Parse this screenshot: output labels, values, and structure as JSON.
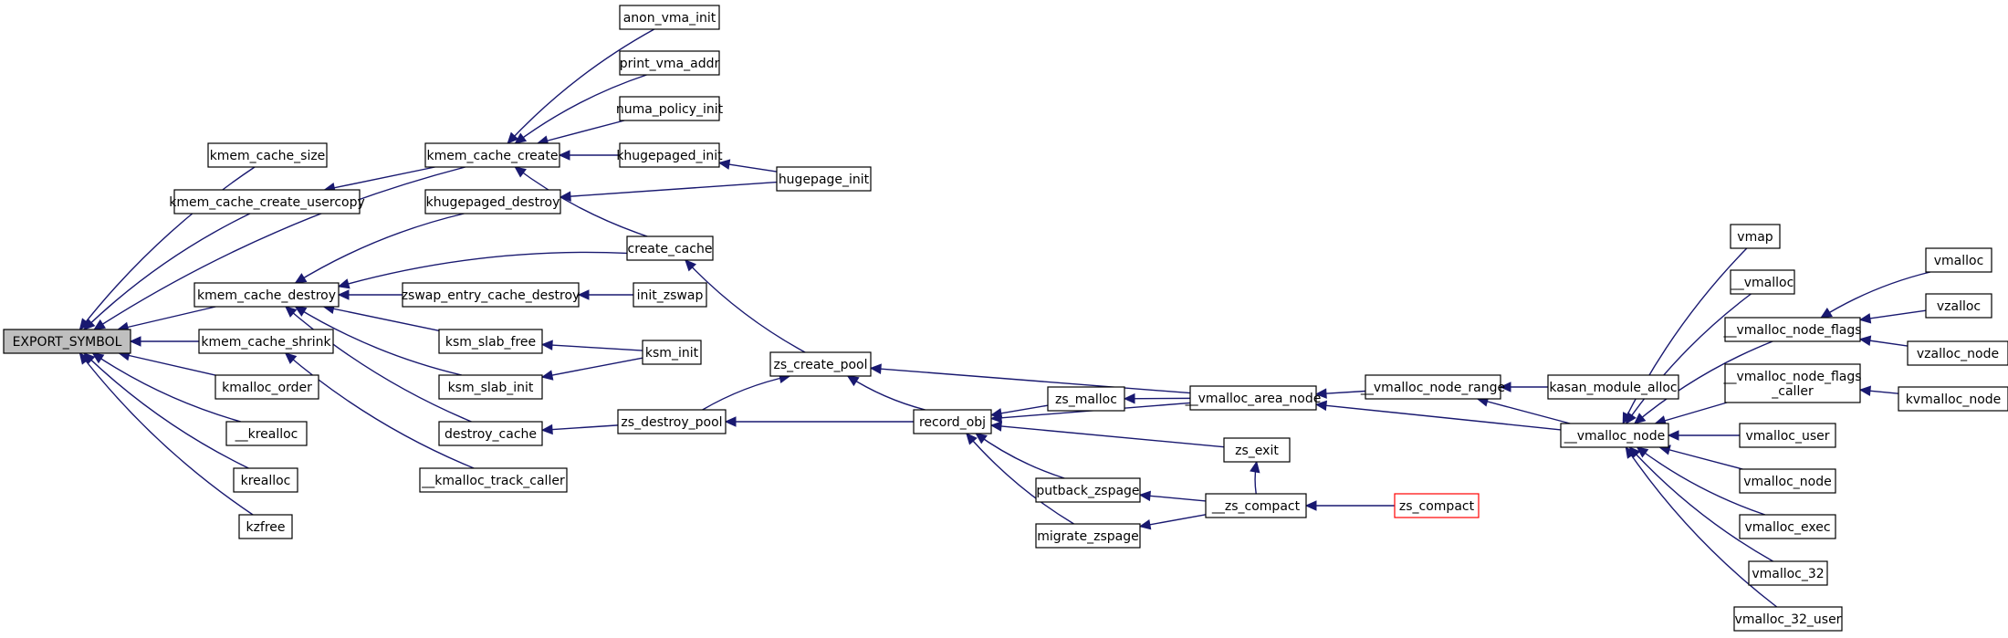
{
  "graph": {
    "nodes": [
      {
        "id": "export_symbol",
        "label": "EXPORT_SYMBOL",
        "style": "root"
      },
      {
        "id": "kmem_cache_size",
        "label": "kmem_cache_size"
      },
      {
        "id": "kmem_cache_create_usercopy",
        "label": "kmem_cache_create_usercopy"
      },
      {
        "id": "kmem_cache_destroy",
        "label": "kmem_cache_destroy"
      },
      {
        "id": "kmem_cache_shrink",
        "label": "kmem_cache_shrink"
      },
      {
        "id": "kmalloc_order",
        "label": "kmalloc_order"
      },
      {
        "id": "__krealloc",
        "label": "__krealloc"
      },
      {
        "id": "krealloc",
        "label": "krealloc"
      },
      {
        "id": "kzfree",
        "label": "kzfree"
      },
      {
        "id": "kmem_cache_create",
        "label": "kmem_cache_create"
      },
      {
        "id": "khugepaged_destroy",
        "label": "khugepaged_destroy"
      },
      {
        "id": "zswap_entry_cache_destroy",
        "label": "zswap_entry_cache_destroy"
      },
      {
        "id": "ksm_slab_free",
        "label": "ksm_slab_free"
      },
      {
        "id": "ksm_slab_init",
        "label": "ksm_slab_init"
      },
      {
        "id": "destroy_cache",
        "label": "destroy_cache"
      },
      {
        "id": "__kmalloc_track_caller",
        "label": "__kmalloc_track_caller"
      },
      {
        "id": "anon_vma_init",
        "label": "anon_vma_init"
      },
      {
        "id": "print_vma_addr",
        "label": "print_vma_addr"
      },
      {
        "id": "numa_policy_init",
        "label": "numa_policy_init"
      },
      {
        "id": "khugepaged_init",
        "label": "khugepaged_init"
      },
      {
        "id": "create_cache",
        "label": "create_cache"
      },
      {
        "id": "init_zswap",
        "label": "init_zswap"
      },
      {
        "id": "ksm_init",
        "label": "ksm_init"
      },
      {
        "id": "zs_create_pool",
        "label": "zs_create_pool"
      },
      {
        "id": "zs_destroy_pool",
        "label": "zs_destroy_pool"
      },
      {
        "id": "hugepage_init",
        "label": "hugepage_init"
      },
      {
        "id": "record_obj",
        "label": "record_obj"
      },
      {
        "id": "zs_malloc",
        "label": "zs_malloc"
      },
      {
        "id": "putback_zspage",
        "label": "putback_zspage"
      },
      {
        "id": "migrate_zspage",
        "label": "migrate_zspage"
      },
      {
        "id": "__vmalloc_area_node",
        "label": "__vmalloc_area_node"
      },
      {
        "id": "zs_exit",
        "label": "zs_exit"
      },
      {
        "id": "__zs_compact",
        "label": "__zs_compact"
      },
      {
        "id": "__vmalloc_node_range",
        "label": "__vmalloc_node_range"
      },
      {
        "id": "zs_compact",
        "label": "zs_compact",
        "style": "red"
      },
      {
        "id": "kasan_module_alloc",
        "label": "kasan_module_alloc"
      },
      {
        "id": "__vmalloc_node",
        "label": "__vmalloc_node"
      },
      {
        "id": "vmap",
        "label": "vmap"
      },
      {
        "id": "__vmalloc",
        "label": "__vmalloc"
      },
      {
        "id": "__vmalloc_node_flags",
        "label": "__vmalloc_node_flags"
      },
      {
        "id": "__vmalloc_node_flags_caller",
        "label": "__vmalloc_node_flags\n_caller"
      },
      {
        "id": "vmalloc_user",
        "label": "vmalloc_user"
      },
      {
        "id": "vmalloc_node",
        "label": "vmalloc_node"
      },
      {
        "id": "vmalloc_exec",
        "label": "vmalloc_exec"
      },
      {
        "id": "vmalloc_32",
        "label": "vmalloc_32"
      },
      {
        "id": "vmalloc_32_user",
        "label": "vmalloc_32_user"
      },
      {
        "id": "vmalloc",
        "label": "vmalloc"
      },
      {
        "id": "vzalloc",
        "label": "vzalloc"
      },
      {
        "id": "vzalloc_node",
        "label": "vzalloc_node"
      },
      {
        "id": "kvmalloc_node",
        "label": "kvmalloc_node"
      }
    ],
    "edges": [
      [
        "kmem_cache_size",
        "export_symbol"
      ],
      [
        "kmem_cache_create_usercopy",
        "export_symbol"
      ],
      [
        "kmem_cache_create",
        "export_symbol"
      ],
      [
        "kmem_cache_destroy",
        "export_symbol"
      ],
      [
        "kmem_cache_shrink",
        "export_symbol"
      ],
      [
        "kmalloc_order",
        "export_symbol"
      ],
      [
        "__krealloc",
        "export_symbol"
      ],
      [
        "krealloc",
        "export_symbol"
      ],
      [
        "kzfree",
        "export_symbol"
      ],
      [
        "kmem_cache_create",
        "kmem_cache_create_usercopy"
      ],
      [
        "anon_vma_init",
        "kmem_cache_create"
      ],
      [
        "print_vma_addr",
        "kmem_cache_create"
      ],
      [
        "numa_policy_init",
        "kmem_cache_create"
      ],
      [
        "khugepaged_init",
        "kmem_cache_create"
      ],
      [
        "create_cache",
        "kmem_cache_create"
      ],
      [
        "hugepage_init",
        "khugepaged_init"
      ],
      [
        "hugepage_init",
        "khugepaged_destroy"
      ],
      [
        "khugepaged_destroy",
        "kmem_cache_destroy"
      ],
      [
        "create_cache",
        "kmem_cache_destroy"
      ],
      [
        "zswap_entry_cache_destroy",
        "kmem_cache_destroy"
      ],
      [
        "ksm_slab_free",
        "kmem_cache_destroy"
      ],
      [
        "ksm_slab_init",
        "kmem_cache_destroy"
      ],
      [
        "destroy_cache",
        "kmem_cache_destroy"
      ],
      [
        "init_zswap",
        "zswap_entry_cache_destroy"
      ],
      [
        "ksm_init",
        "ksm_slab_free"
      ],
      [
        "ksm_init",
        "ksm_slab_init"
      ],
      [
        "zs_destroy_pool",
        "destroy_cache"
      ],
      [
        "__kmalloc_track_caller",
        "kmem_cache_shrink"
      ],
      [
        "zs_create_pool",
        "create_cache"
      ],
      [
        "zs_destroy_pool",
        "zs_create_pool"
      ],
      [
        "__vmalloc_area_node",
        "zs_create_pool"
      ],
      [
        "record_obj",
        "zs_create_pool"
      ],
      [
        "record_obj",
        "zs_destroy_pool"
      ],
      [
        "zs_malloc",
        "record_obj"
      ],
      [
        "__vmalloc_area_node",
        "record_obj"
      ],
      [
        "zs_exit",
        "record_obj"
      ],
      [
        "putback_zspage",
        "record_obj"
      ],
      [
        "migrate_zspage",
        "record_obj"
      ],
      [
        "__vmalloc_area_node",
        "zs_malloc"
      ],
      [
        "__zs_compact",
        "putback_zspage"
      ],
      [
        "__zs_compact",
        "migrate_zspage"
      ],
      [
        "__zs_compact",
        "zs_exit"
      ],
      [
        "zs_compact",
        "__zs_compact"
      ],
      [
        "__vmalloc_node_range",
        "__vmalloc_area_node"
      ],
      [
        "kasan_module_alloc",
        "__vmalloc_node_range"
      ],
      [
        "__vmalloc_node",
        "__vmalloc_node_range"
      ],
      [
        "__vmalloc_node",
        "__vmalloc_area_node"
      ],
      [
        "vmap",
        "__vmalloc_node"
      ],
      [
        "__vmalloc",
        "__vmalloc_node"
      ],
      [
        "__vmalloc_node_flags",
        "__vmalloc_node"
      ],
      [
        "__vmalloc_node_flags_caller",
        "__vmalloc_node"
      ],
      [
        "vmalloc_user",
        "__vmalloc_node"
      ],
      [
        "vmalloc_node",
        "__vmalloc_node"
      ],
      [
        "vmalloc_exec",
        "__vmalloc_node"
      ],
      [
        "vmalloc_32",
        "__vmalloc_node"
      ],
      [
        "vmalloc_32_user",
        "__vmalloc_node"
      ],
      [
        "vmalloc",
        "__vmalloc_node_flags"
      ],
      [
        "vzalloc",
        "__vmalloc_node_flags"
      ],
      [
        "vzalloc_node",
        "__vmalloc_node_flags"
      ],
      [
        "kvmalloc_node",
        "__vmalloc_node_flags_caller"
      ]
    ]
  },
  "colors": {
    "edge": "#191970",
    "node_border": "#000000",
    "root_fill": "#bfbfbf",
    "highlight_border": "#ff0000"
  }
}
